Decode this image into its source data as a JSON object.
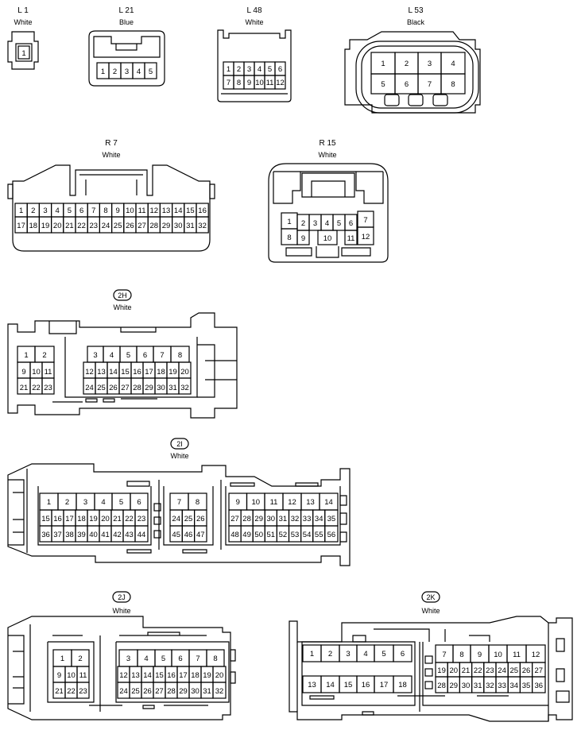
{
  "connectors": [
    {
      "id": "L 1",
      "color": "White",
      "pins": [
        "1"
      ]
    },
    {
      "id": "L 21",
      "color": "Blue",
      "pins": [
        "1",
        "2",
        "3",
        "4",
        "5"
      ]
    },
    {
      "id": "L 48",
      "color": "White",
      "pins": [
        "1",
        "2",
        "3",
        "4",
        "5",
        "6",
        "7",
        "8",
        "9",
        "10",
        "11",
        "12"
      ]
    },
    {
      "id": "L 53",
      "color": "Black",
      "pins": [
        "1",
        "2",
        "3",
        "4",
        "5",
        "6",
        "7",
        "8"
      ]
    },
    {
      "id": "R 7",
      "color": "White",
      "pins": [
        "1",
        "2",
        "3",
        "4",
        "5",
        "6",
        "7",
        "8",
        "9",
        "10",
        "11",
        "12",
        "13",
        "14",
        "15",
        "16",
        "17",
        "18",
        "19",
        "20",
        "21",
        "22",
        "23",
        "24",
        "25",
        "26",
        "27",
        "28",
        "29",
        "30",
        "31",
        "32"
      ]
    },
    {
      "id": "R 15",
      "color": "White",
      "pins": [
        "1",
        "2",
        "3",
        "4",
        "5",
        "6",
        "7",
        "8",
        "9",
        "10",
        "11",
        "12"
      ]
    },
    {
      "id": "2H",
      "color": "White",
      "pins": [
        "1",
        "2",
        "3",
        "4",
        "5",
        "6",
        "7",
        "8",
        "9",
        "10",
        "11",
        "12",
        "13",
        "14",
        "15",
        "16",
        "17",
        "18",
        "19",
        "20",
        "21",
        "22",
        "23",
        "24",
        "25",
        "26",
        "27",
        "28",
        "29",
        "30",
        "31",
        "32"
      ]
    },
    {
      "id": "2I",
      "color": "White",
      "pins": [
        "1",
        "2",
        "3",
        "4",
        "5",
        "6",
        "7",
        "8",
        "9",
        "10",
        "11",
        "12",
        "13",
        "14",
        "15",
        "16",
        "17",
        "18",
        "19",
        "20",
        "21",
        "22",
        "23",
        "24",
        "25",
        "26",
        "27",
        "28",
        "29",
        "30",
        "31",
        "32",
        "33",
        "34",
        "35",
        "36",
        "37",
        "38",
        "39",
        "40",
        "41",
        "42",
        "43",
        "44",
        "45",
        "46",
        "47",
        "48",
        "49",
        "50",
        "51",
        "52",
        "53",
        "54",
        "55",
        "56"
      ]
    },
    {
      "id": "2J",
      "color": "White",
      "pins": [
        "1",
        "2",
        "3",
        "4",
        "5",
        "6",
        "7",
        "8",
        "9",
        "10",
        "11",
        "12",
        "13",
        "14",
        "15",
        "16",
        "17",
        "18",
        "19",
        "20",
        "21",
        "22",
        "23",
        "24",
        "25",
        "26",
        "27",
        "28",
        "29",
        "30",
        "31",
        "32"
      ]
    },
    {
      "id": "2K",
      "color": "White",
      "pins": [
        "1",
        "2",
        "3",
        "4",
        "5",
        "6",
        "7",
        "8",
        "9",
        "10",
        "11",
        "12",
        "13",
        "14",
        "15",
        "16",
        "17",
        "18",
        "19",
        "20",
        "21",
        "22",
        "23",
        "24",
        "25",
        "26",
        "27",
        "28",
        "29",
        "30",
        "31",
        "32",
        "33",
        "34",
        "35",
        "36"
      ]
    }
  ]
}
